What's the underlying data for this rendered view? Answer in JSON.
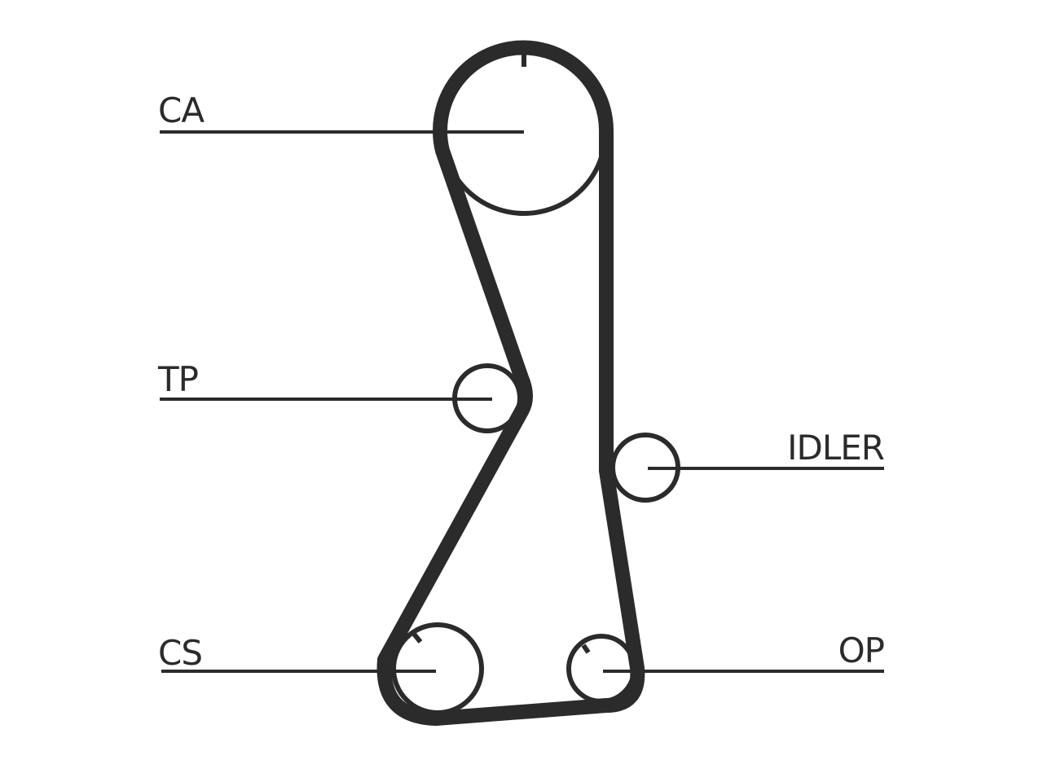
{
  "diagram": {
    "labels": {
      "ca": "CA",
      "tp": "TP",
      "idler": "IDLER",
      "cs": "CS",
      "op": "OP"
    },
    "colors": {
      "ink": "#2b2b2b",
      "background": "#ffffff"
    }
  }
}
